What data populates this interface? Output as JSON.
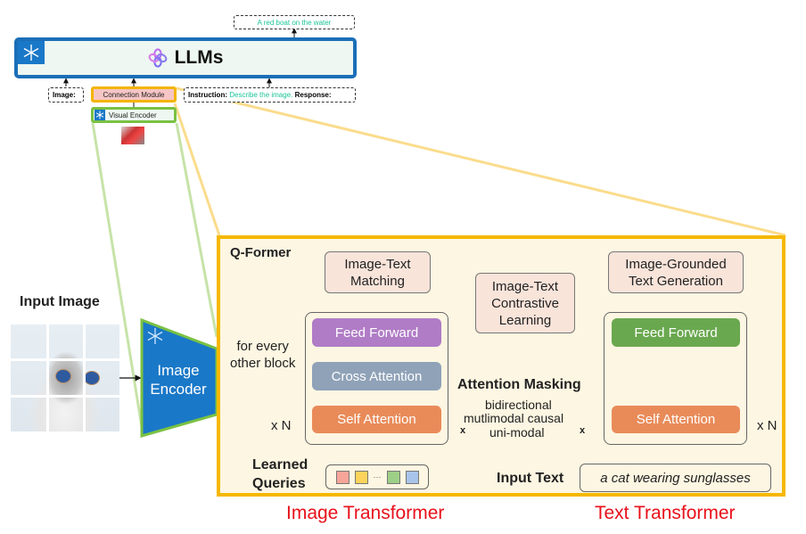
{
  "llm_panel": {
    "title": "LLMs",
    "output_text": "A red boat on the water",
    "image_label": "Image:",
    "connection_module": "Connection Module",
    "instruction_label": "Instruction:",
    "instruction_text": "Describe the image.",
    "response_label": "Response:",
    "visual_encoder": "Visual Encoder",
    "frozen_icon": "snowflake-icon",
    "llm_logo_icon": "openai-flower-icon"
  },
  "left": {
    "input_image_label": "Input Image",
    "image_encoder_line1": "Image",
    "image_encoder_line2": "Encoder",
    "cross_attn_note_line1": "for every",
    "cross_attn_note_line2": "other block"
  },
  "qformer": {
    "title": "Q-Former",
    "itm_line1": "Image-Text",
    "itm_line2": "Matching",
    "itc_line1": "Image-Text",
    "itc_line2": "Contrastive",
    "itc_line3": "Learning",
    "itg_line1": "Image-Grounded",
    "itg_line2": "Text Generation",
    "image_branch": {
      "feed_forward": "Feed Forward",
      "cross_attention": "Cross Attention",
      "self_attention": "Self Attention",
      "repeat": "x N"
    },
    "text_branch": {
      "feed_forward": "Feed Forward",
      "self_attention": "Self Attention",
      "repeat": "x N"
    },
    "attention_masking": {
      "title": "Attention Masking",
      "modes": [
        "bidirectional",
        "mutlimodal causal",
        "uni-modal"
      ],
      "blocked_mark": "x"
    },
    "learned_queries_line1": "Learned",
    "learned_queries_line2": "Queries",
    "query_colors": [
      "#f7a599",
      "#fcd45c",
      "#9dcf86",
      "#a9c4ea"
    ],
    "query_ellipsis": "···",
    "input_text_label": "Input Text",
    "input_text_value": "a cat wearing sunglasses"
  },
  "captions": {
    "image_transformer": "Image Transformer",
    "text_transformer": "Text Transformer"
  },
  "colors": {
    "llm_border": "#1a6fb8",
    "connection_border": "#f5b800",
    "visual_encoder_border": "#7ac143",
    "feed_forward_image": "#b07cc6",
    "cross_attention": "#8fa2b8",
    "self_attention": "#e98b59",
    "feed_forward_text": "#6aa84f",
    "caption_red": "#e8101a"
  }
}
